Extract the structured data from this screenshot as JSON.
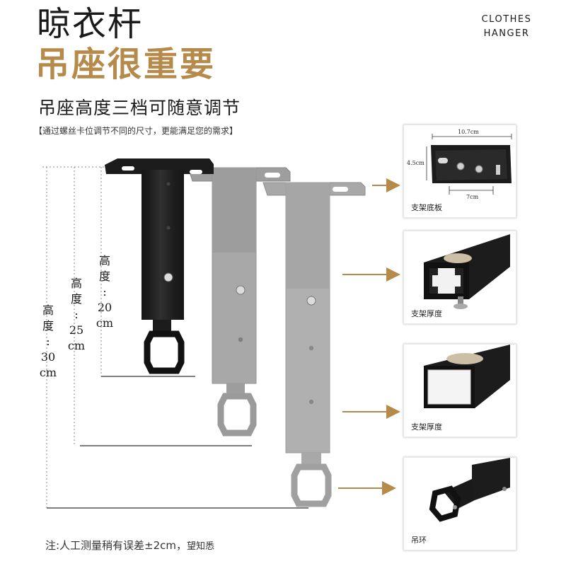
{
  "header": {
    "title": "晾衣杆",
    "subtitle": "吊座很重要",
    "logo_line1": "CLOTHES",
    "logo_line2": "HANGER"
  },
  "section": {
    "heading": "吊座高度三档可随意调节",
    "note": "【通过螺丝卡位调节不同的尺寸，更能满足您的需求】"
  },
  "heights": [
    {
      "label_chars": [
        "高",
        "度",
        ":"
      ],
      "value": "20",
      "unit": "cm"
    },
    {
      "label_chars": [
        "高",
        "度",
        ":"
      ],
      "value": "25",
      "unit": "cm"
    },
    {
      "label_chars": [
        "高",
        "度",
        ":"
      ],
      "value": "30",
      "unit": "cm"
    }
  ],
  "details": [
    {
      "caption": "支架底板",
      "dim_width": "10.7cm",
      "dim_height": "4.5cm",
      "dim_hole": "7cm"
    },
    {
      "caption": "支架厚度"
    },
    {
      "caption": "支架厚度"
    },
    {
      "caption": "吊环"
    }
  ],
  "footer": {
    "note": "注:人工测量稍有误差±2cm，",
    "note_suffix": "望知悉"
  },
  "colors": {
    "accent_gold": "#b58a4a",
    "bracket_black": "#1c1c1c",
    "bracket_gray": "#9a9a9a",
    "arrow": "#b58a4a"
  }
}
